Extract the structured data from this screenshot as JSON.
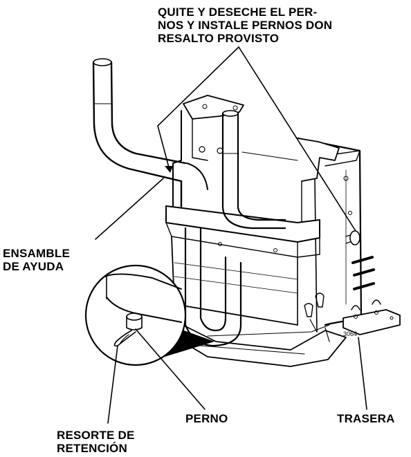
{
  "labels": {
    "remove_pins": "QUITE Y DESECHE EL PER-\nNOS Y INSTALE PERNOS DON\nRESALTO PROVISTO",
    "assist_assembly": "ENSAMBLE\nDE AYUDA",
    "pin": "PERNO",
    "rear": "TRASERA",
    "retaining_spring": "RESORTE DE\nRETENCIÓN"
  },
  "figure_number": "3064"
}
